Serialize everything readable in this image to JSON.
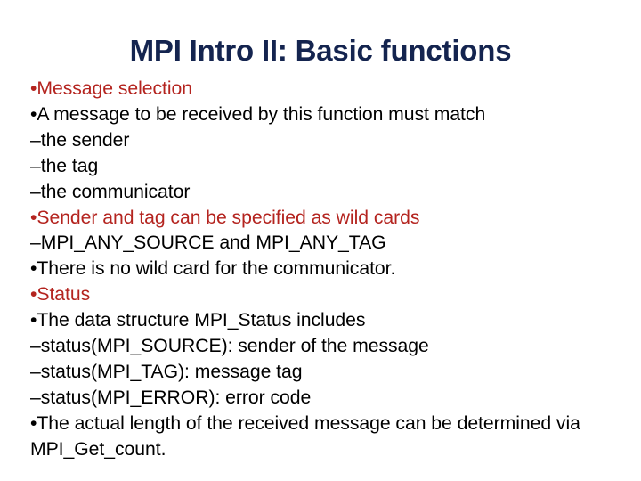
{
  "slide": {
    "title": "MPI Intro II: Basic functions",
    "title_color": "#14244F",
    "background_color": "#FFFFFF",
    "accent_color": "#B4241F",
    "body_color": "#000000",
    "lines": [
      {
        "marker": "•",
        "text": "Message selection",
        "level": 1,
        "color": "#B4241F"
      },
      {
        "marker": "•",
        "text": "A message to be received by this function must match",
        "level": 1,
        "color": "#000000"
      },
      {
        "marker": "–",
        "text": "the sender",
        "level": 2,
        "color": "#000000"
      },
      {
        "marker": "–",
        "text": "the tag",
        "level": 2,
        "color": "#000000"
      },
      {
        "marker": "–",
        "text": "the communicator",
        "level": 2,
        "color": "#000000"
      },
      {
        "marker": "•",
        "text": "Sender and tag can be specified as wild cards",
        "level": 1,
        "color": "#B4241F"
      },
      {
        "marker": "–",
        "text": "MPI_ANY_SOURCE and MPI_ANY_TAG",
        "level": 2,
        "color": "#000000"
      },
      {
        "marker": "•",
        "text": "There is no wild card for the communicator.",
        "level": 1,
        "color": "#000000"
      },
      {
        "marker": "•",
        "text": "Status",
        "level": 1,
        "color": "#B4241F"
      },
      {
        "marker": "•",
        "text": "The data structure MPI_Status includes",
        "level": 1,
        "color": "#000000"
      },
      {
        "marker": "–",
        "text": "status(MPI_SOURCE): sender of the message",
        "level": 2,
        "color": "#000000"
      },
      {
        "marker": "–",
        "text": "status(MPI_TAG): message tag",
        "level": 2,
        "color": "#000000"
      },
      {
        "marker": "–",
        "text": "status(MPI_ERROR): error code",
        "level": 2,
        "color": "#000000"
      },
      {
        "marker": "•",
        "text": "The actual length of the received message can be determined via MPI_Get_count.",
        "level": 1,
        "color": "#000000"
      }
    ]
  }
}
